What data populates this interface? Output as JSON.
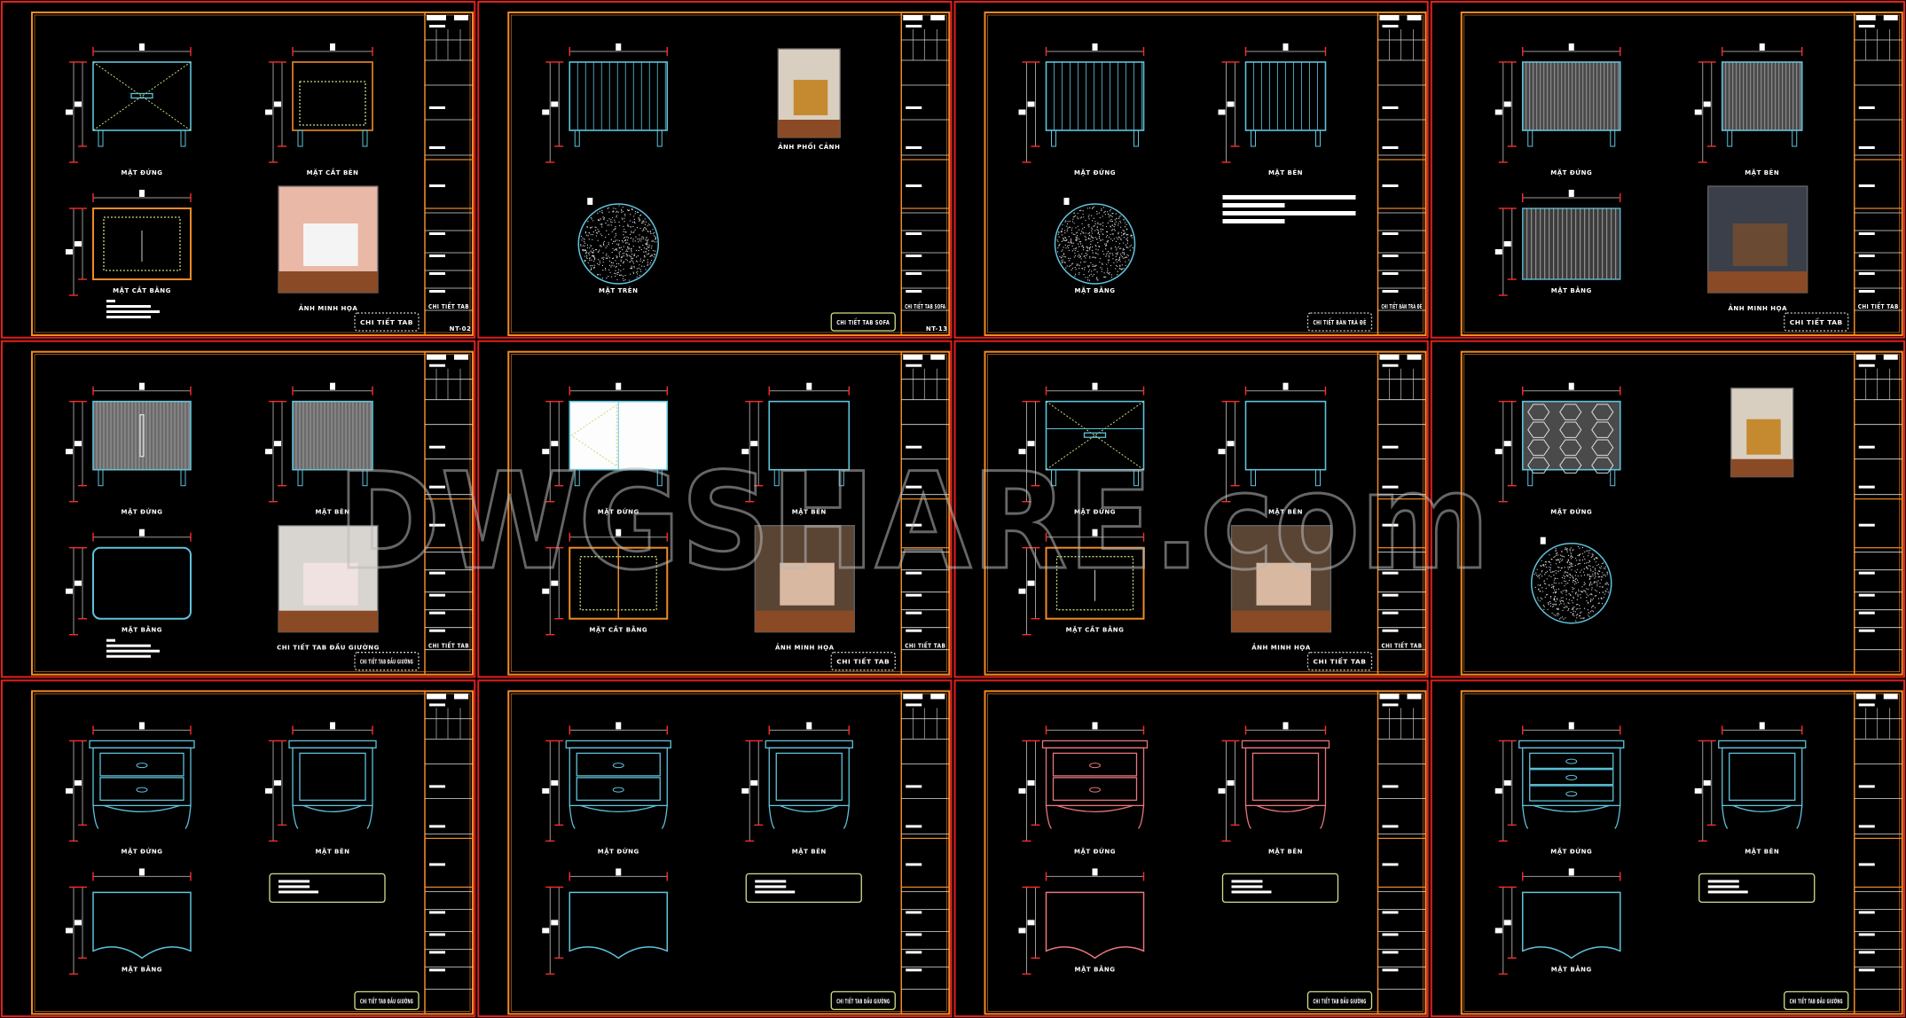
{
  "watermark": "DWGSHARE.com",
  "colors": {
    "frame": "#f08a24",
    "sheet_border": "#e41e1e",
    "line_cyan": "#5ec3dc",
    "line_pink": "#e8767a",
    "dashed": "#c9d97a",
    "dim": "#9a9a9a",
    "tick": "#ff2a2a"
  },
  "panels": [
    {
      "stamp": "CHI TIẾT TAB",
      "sheet": "NT-02",
      "block_title": "CHI TIẾT TAB",
      "views": [
        {
          "kind": "front-cross",
          "label": "MẶT ĐỨNG"
        },
        {
          "kind": "side-section",
          "label": "MẶT CẮT BÊN"
        },
        {
          "kind": "plan-section",
          "label": "MẶT CẮT BẰNG"
        },
        {
          "kind": "photo-white",
          "label": "ẢNH MINH HỌA"
        }
      ],
      "note": true
    },
    {
      "stamp": "CHI TIẾT TAB SOFA",
      "sheet": "NT-13",
      "block_title": "CHI TIẾT TAB SOFA",
      "views": [
        {
          "kind": "front-slats",
          "label": ""
        },
        {
          "kind": "photo-gold",
          "label": "ẢNH PHỐI CẢNH"
        },
        {
          "kind": "round",
          "label": "MẶT TRÊN"
        },
        null
      ]
    },
    {
      "stamp": "CHI TIẾT BÀN TRÀ ĐÊ",
      "sheet": "",
      "block_title": "CHI TIẾT BÀN TRÀ ĐÊ",
      "views": [
        {
          "kind": "front-slats",
          "label": "MẶT ĐỨNG"
        },
        {
          "kind": "side-slats",
          "label": "MẶT BÊN"
        },
        {
          "kind": "round",
          "label": "MẶT BẰNG"
        },
        {
          "kind": "textblock",
          "label": ""
        }
      ]
    },
    {
      "stamp": "CHI TIẾT TAB",
      "sheet": "",
      "block_title": "CHI TIẾT TAB",
      "views": [
        {
          "kind": "front-pattern",
          "label": "MẶT ĐỨNG"
        },
        {
          "kind": "side-pattern",
          "label": "MẶT BÊN"
        },
        {
          "kind": "plan-pattern",
          "label": "MẶT BẰNG"
        },
        {
          "kind": "photo-dark",
          "label": "ẢNH MINH HỌA"
        }
      ]
    },
    {
      "stamp": "CHI TIẾT TAB ĐẦU GIƯỜNG",
      "sheet": "",
      "block_title": "CHI TIẾT TAB",
      "views": [
        {
          "kind": "front-grey",
          "label": "MẶT ĐỨNG"
        },
        {
          "kind": "side-grey",
          "label": "MẶT BÊN"
        },
        {
          "kind": "plan",
          "label": "MẶT BẰNG"
        },
        {
          "kind": "photo-pink",
          "label": "CHI TIẾT TAB ĐẦU GIƯỜNG"
        }
      ],
      "note": true
    },
    {
      "stamp": "CHI TIẾT TAB",
      "sheet": "",
      "block_title": "CHI TIẾT TAB",
      "views": [
        {
          "kind": "front-doors",
          "label": "MẶT ĐỨNG"
        },
        {
          "kind": "side",
          "label": "MẶT BÊN"
        },
        {
          "kind": "plan-doors",
          "label": "MẶT CẮT BẰNG"
        },
        {
          "kind": "photo-brown",
          "label": "ẢNH MINH HỌA"
        }
      ]
    },
    {
      "stamp": "CHI TIẾT TAB",
      "sheet": "",
      "block_title": "CHI TIẾT TAB",
      "views": [
        {
          "kind": "front-drawer",
          "label": "MẶT ĐỨNG"
        },
        {
          "kind": "side-chamfer",
          "label": "MẶT BÊN"
        },
        {
          "kind": "plan-section",
          "label": "MẶT CẮT BẰNG"
        },
        {
          "kind": "photo-brown",
          "label": "ẢNH MINH HỌA"
        }
      ]
    },
    {
      "stamp": "",
      "sheet": "",
      "block_title": "",
      "views": [
        {
          "kind": "front-lattice",
          "label": "MẶT ĐỨNG"
        },
        {
          "kind": "photo-gold",
          "label": ""
        },
        {
          "kind": "round",
          "label": ""
        },
        null
      ]
    },
    {
      "stamp": "CHI TIẾT TAB ĐẦU GIƯỜNG",
      "sheet": "",
      "block_title": "",
      "views": [
        {
          "kind": "classic-front",
          "label": "MẶT ĐỨNG"
        },
        {
          "kind": "classic-side",
          "label": "MẶT BÊN"
        },
        {
          "kind": "classic-plan",
          "label": "MẶT BẰNG"
        },
        {
          "kind": "notebox",
          "label": ""
        }
      ]
    },
    {
      "stamp": "CHI TIẾT TAB ĐẦU GIƯỜNG",
      "sheet": "",
      "block_title": "",
      "views": [
        {
          "kind": "classic-front",
          "label": "MẶT ĐỨNG"
        },
        {
          "kind": "classic-side",
          "label": "MẶT BÊN"
        },
        {
          "kind": "classic-plan",
          "label": ""
        },
        {
          "kind": "notebox",
          "label": ""
        }
      ]
    },
    {
      "stamp": "CHI TIẾT TAB ĐẦU GIƯỜNG",
      "sheet": "",
      "block_title": "",
      "pink": true,
      "views": [
        {
          "kind": "classic-front",
          "label": "MẶT ĐỨNG"
        },
        {
          "kind": "classic-side",
          "label": "MẶT BÊN"
        },
        {
          "kind": "classic-plan",
          "label": "MẶT BẰNG"
        },
        {
          "kind": "notebox",
          "label": ""
        }
      ]
    },
    {
      "stamp": "CHI TIẾT TAB ĐẦU GIƯỜNG",
      "sheet": "",
      "block_title": "",
      "views": [
        {
          "kind": "classic-front3",
          "label": "MẶT ĐỨNG"
        },
        {
          "kind": "classic-side",
          "label": "MẶT BÊN"
        },
        {
          "kind": "classic-plan",
          "label": "MẶT BẰNG"
        },
        {
          "kind": "notebox",
          "label": ""
        }
      ]
    }
  ]
}
